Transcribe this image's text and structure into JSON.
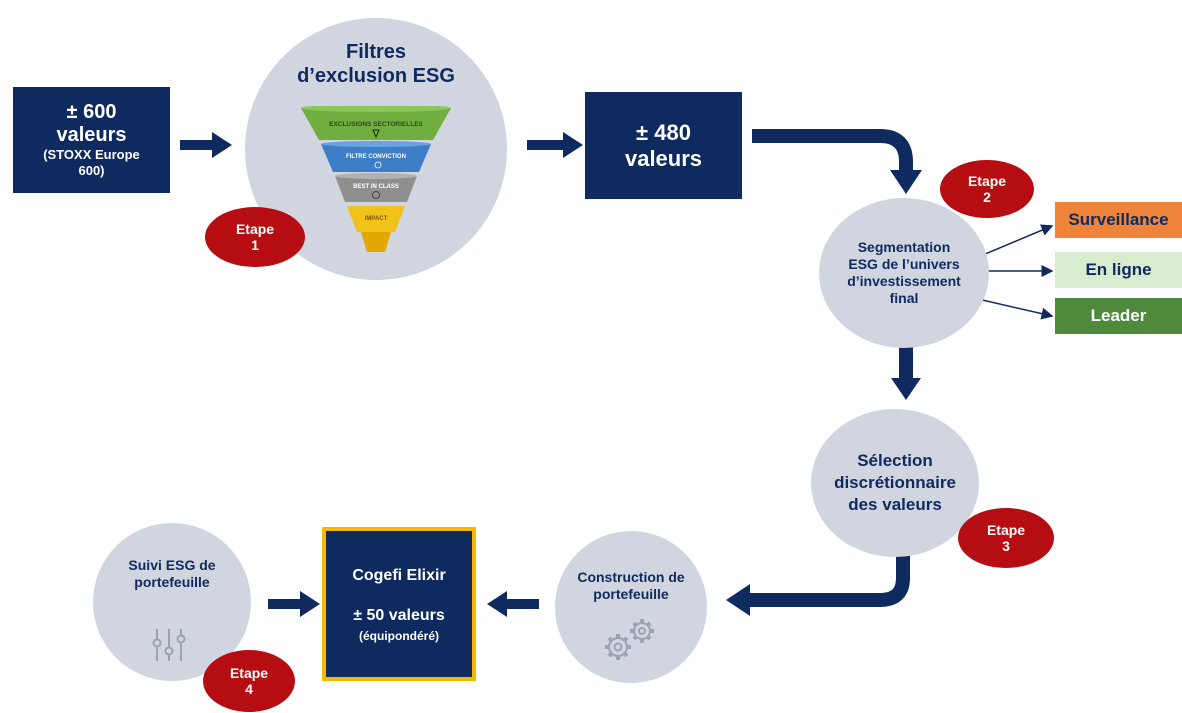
{
  "start": {
    "line1": "± 600",
    "line2": "valeurs",
    "line3": "(STOXX Europe",
    "line4": "600)"
  },
  "filters": {
    "title_line1": "Filtres",
    "title_line2": "d’exclusion ESG",
    "funnel": [
      "EXCLUSIONS SECTORIELLES",
      "FILTRE CONVICTION",
      "BEST IN CLASS",
      "IMPACT"
    ]
  },
  "mid": {
    "line1": "± 480",
    "line2": "valeurs"
  },
  "segmentation": {
    "line1": "Segmentation",
    "line2": "ESG de l’univers",
    "line3": "d’investissement",
    "line4": "final"
  },
  "categories": [
    {
      "label": "Surveillance",
      "bg": "#f0833a",
      "color": "#0e2a5e"
    },
    {
      "label": "En ligne",
      "bg": "#d9ecd0",
      "color": "#0e2a5e"
    },
    {
      "label": "Leader",
      "bg": "#4f8a3c",
      "color": "#ffffff"
    }
  ],
  "selection": {
    "line1": "Sélection",
    "line2": "discrétionnaire",
    "line3": "des valeurs"
  },
  "construction": {
    "line1": "Construction de",
    "line2": "portefeuille"
  },
  "fund": {
    "name": "Cogefi Elixir",
    "line1": "± 50 valeurs",
    "line2": "(équipondéré)"
  },
  "suivi": {
    "line1": "Suivi ESG de",
    "line2": "portefeuille"
  },
  "steps": [
    {
      "word": "Etape",
      "num": "1"
    },
    {
      "word": "Etape",
      "num": "2"
    },
    {
      "word": "Etape",
      "num": "3"
    },
    {
      "word": "Etape",
      "num": "4"
    }
  ],
  "colors": {
    "navy": "#0e2a5e",
    "grey": "#d0d5df",
    "red": "#b50d12",
    "gold": "#f5b800"
  }
}
